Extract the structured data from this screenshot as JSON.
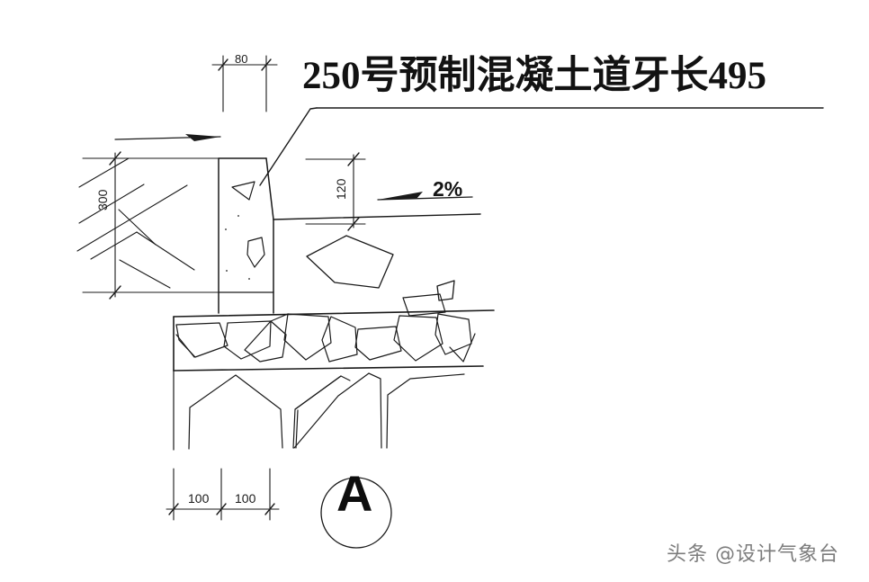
{
  "drawing": {
    "title": "250号预制混凝土道牙长495",
    "detail_marker": "A",
    "watermark": "头条 @设计气象台",
    "slope_note": "2%",
    "line_color": "#1a1a1a",
    "background_color": "#ffffff"
  },
  "dimensions": {
    "curb_width_top": "80",
    "curb_height": "300",
    "pavement_thickness": "120",
    "base_left": "100",
    "base_right": "100"
  },
  "annotations": {
    "title_leader": "leader-line-to-curb",
    "grade_arrow": "grade-arrow",
    "slope_arrow": "slope-arrow"
  },
  "layers": {
    "curb": "precast-concrete-curb",
    "pavement": "pavement-surface",
    "rubble": "rubble-base-course",
    "subgrade": "compacted-subgrade",
    "earth": "earth-hatch"
  }
}
